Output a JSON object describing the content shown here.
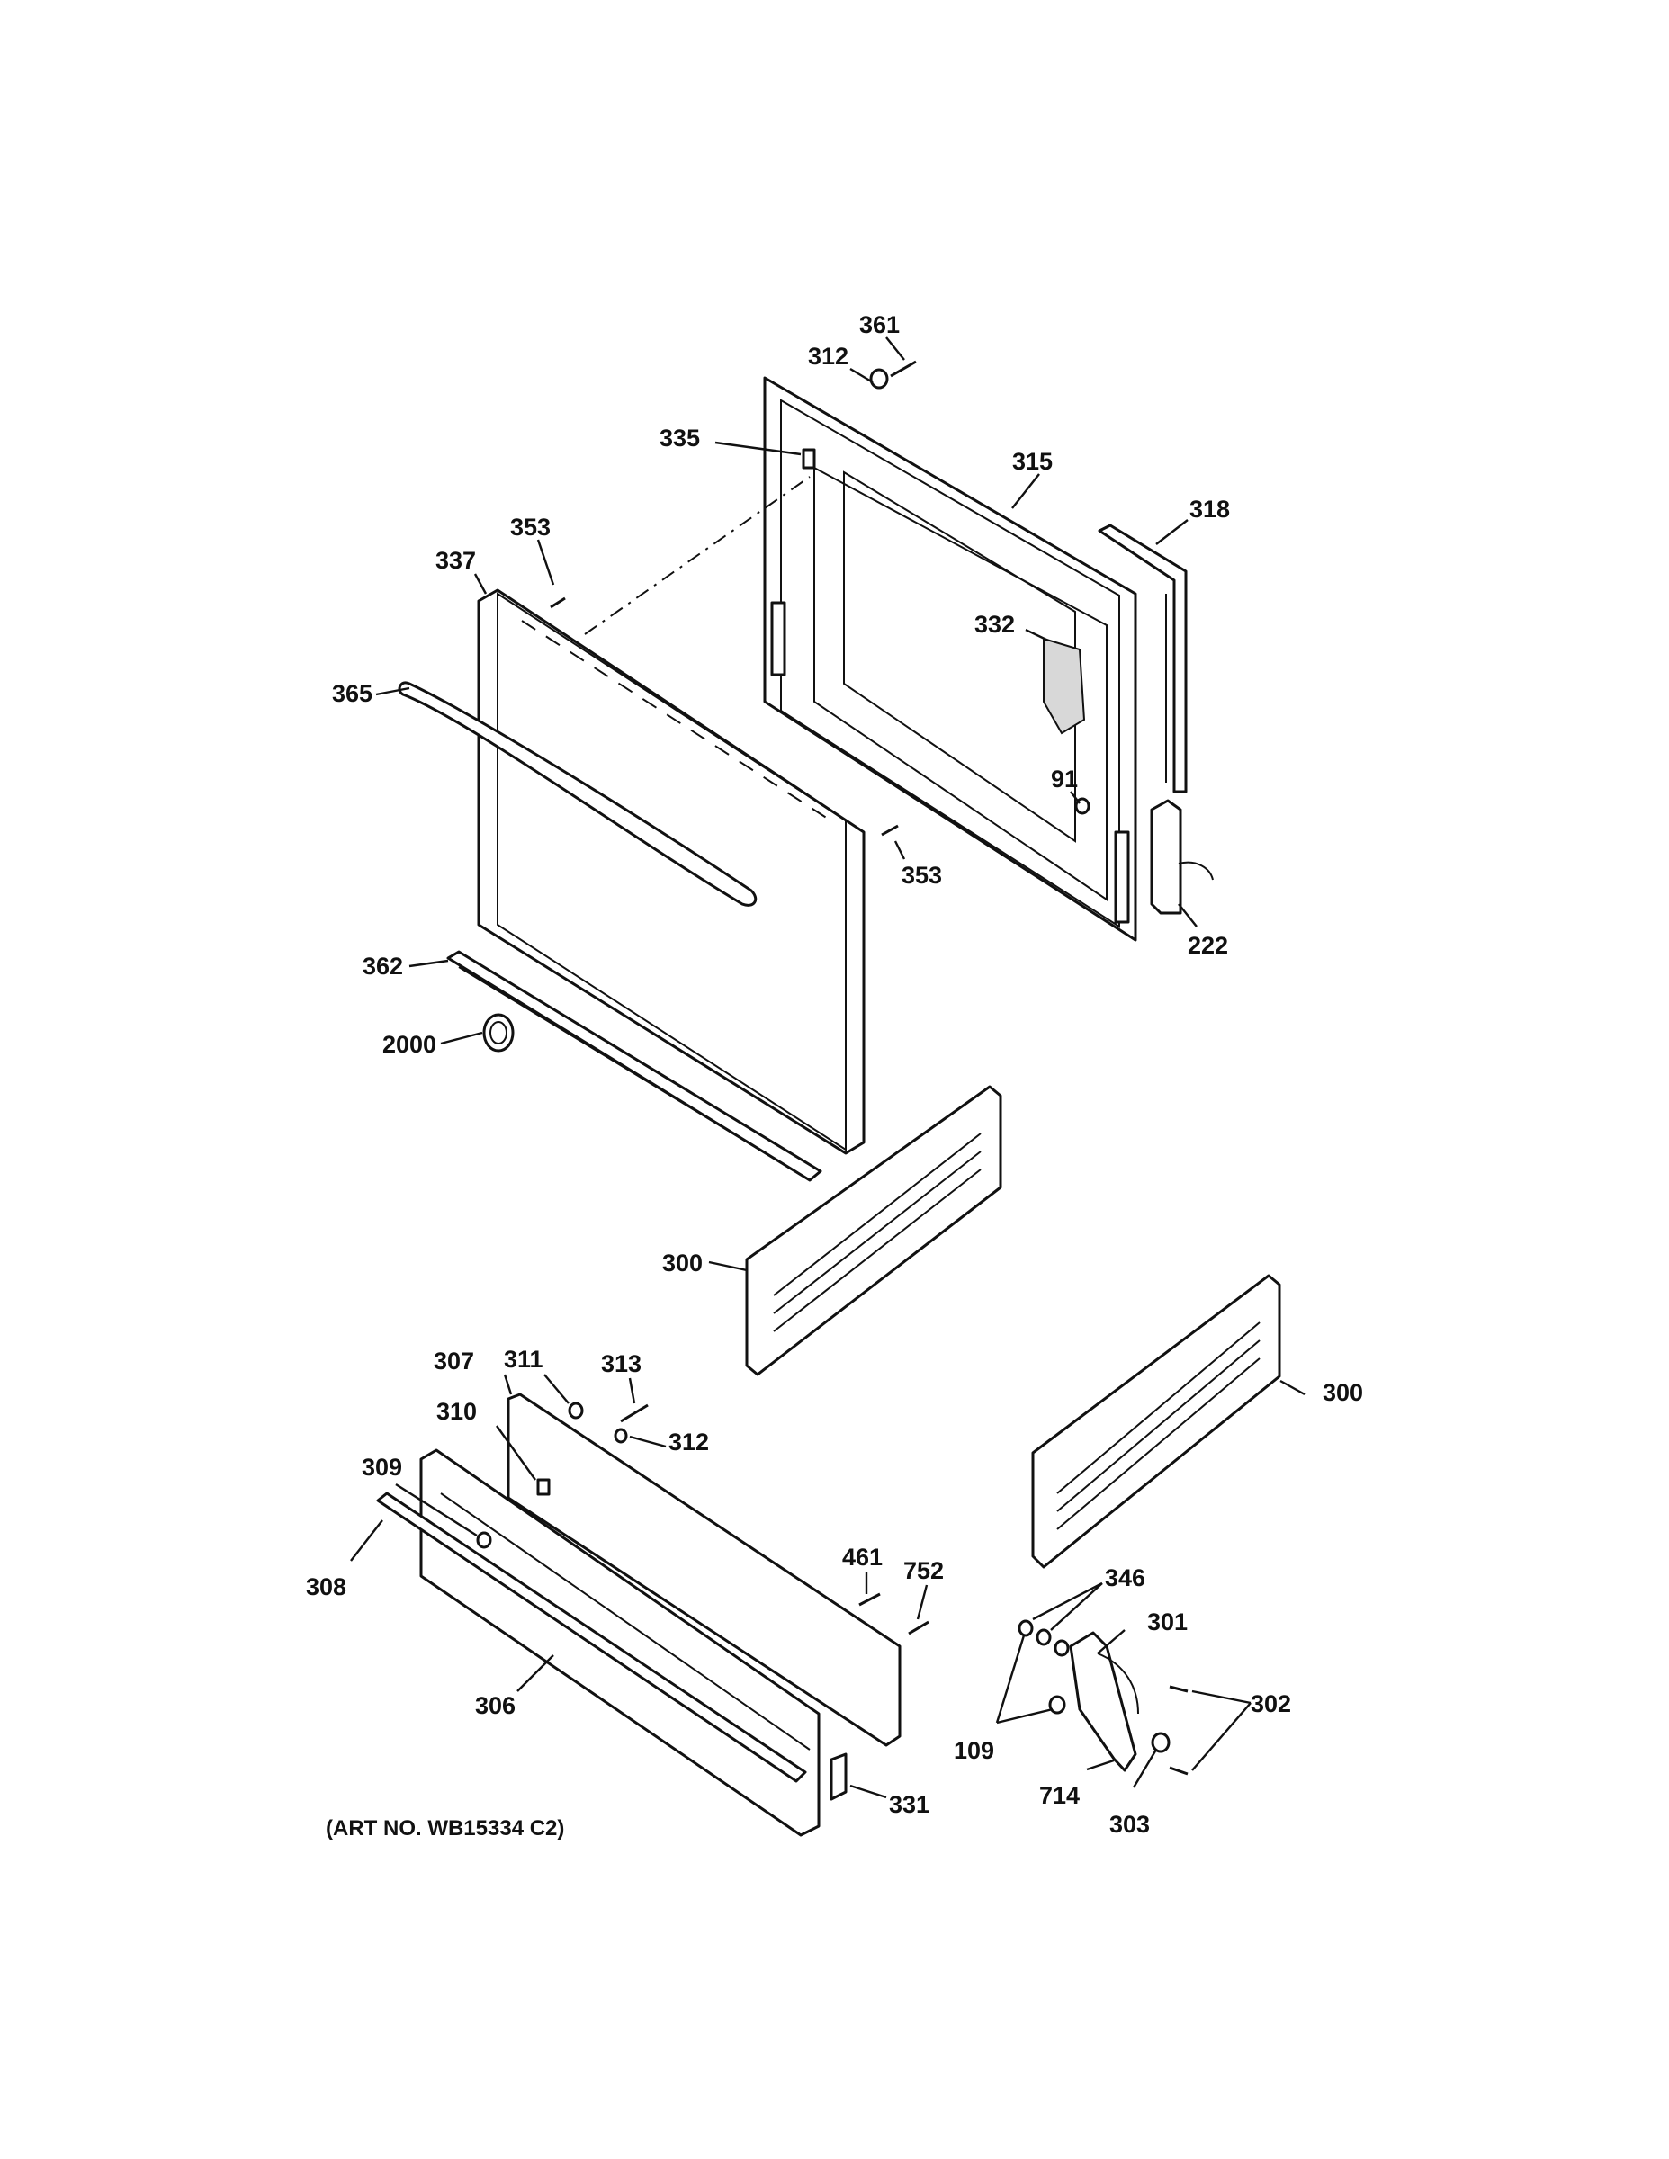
{
  "diagram": {
    "callouts": [
      "361",
      "312",
      "335",
      "315",
      "318",
      "353",
      "337",
      "332",
      "365",
      "91",
      "353",
      "222",
      "362",
      "2000",
      "300",
      "307",
      "311",
      "313",
      "310",
      "312",
      "300",
      "309",
      "461",
      "752",
      "346",
      "301",
      "308",
      "302",
      "306",
      "109",
      "714",
      "303",
      "331"
    ],
    "art_number": "(ART NO. WB15334 C2)"
  }
}
